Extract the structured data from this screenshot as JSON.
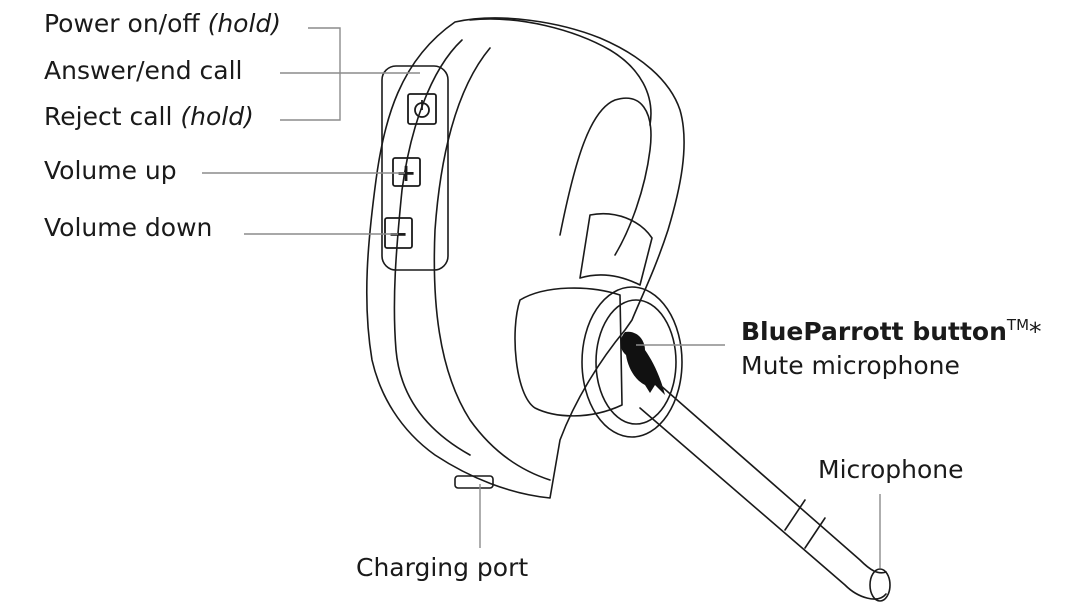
{
  "labels": {
    "power": {
      "text": "Power on/off",
      "note": "(hold)"
    },
    "answer": {
      "text": "Answer/end call"
    },
    "reject": {
      "text": "Reject call",
      "note": "(hold)"
    },
    "volume_up": {
      "text": "Volume up"
    },
    "volume_down": {
      "text": "Volume down"
    },
    "blueparrott": {
      "text": "BlueParrott button",
      "mark": "TM",
      "asterisk": "*"
    },
    "mute": {
      "text": "Mute microphone"
    },
    "microphone": {
      "text": "Microphone"
    },
    "charging": {
      "text": "Charging port"
    }
  },
  "buttons": {
    "plus_glyph": "+",
    "minus_glyph": "−"
  },
  "colors": {
    "line": "#1a1a1a",
    "leader": "#8c8c8c"
  }
}
